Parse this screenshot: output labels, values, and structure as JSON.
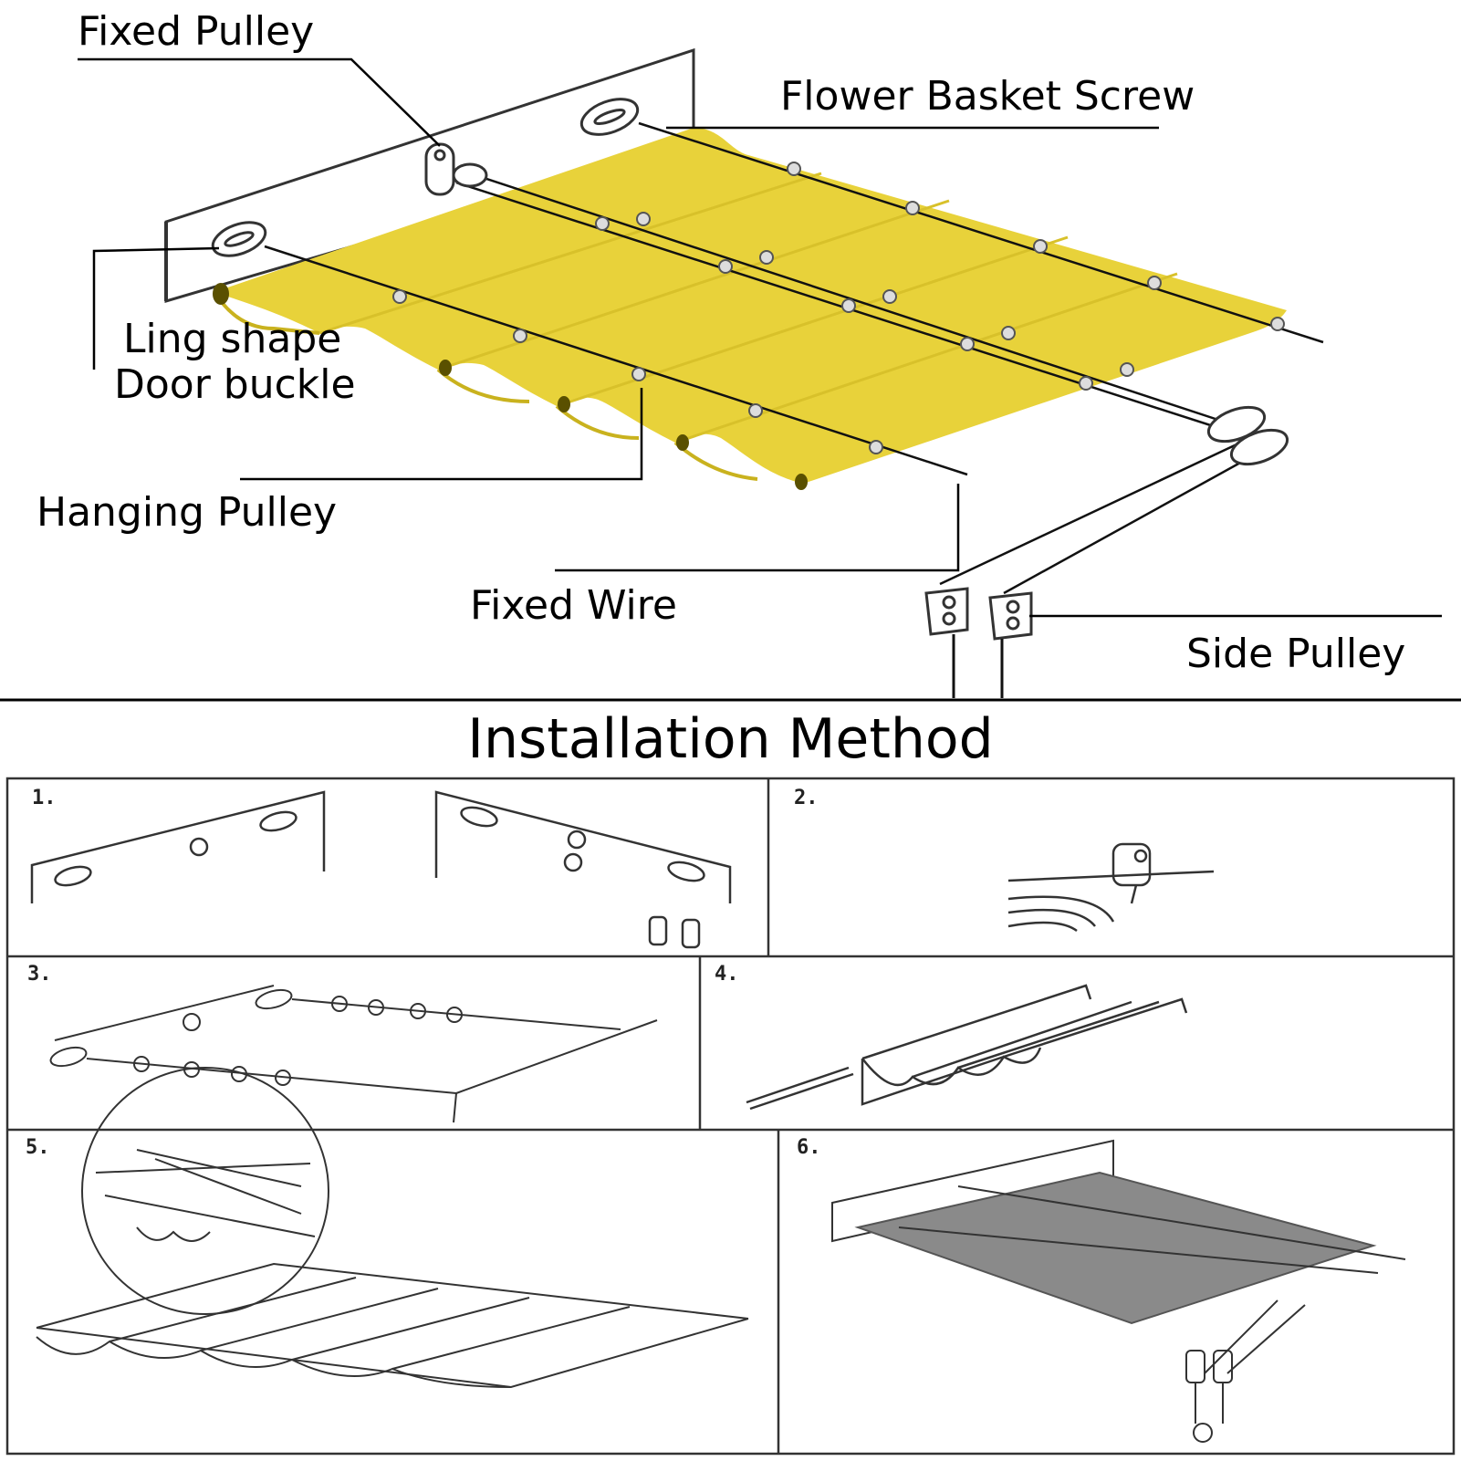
{
  "labels": {
    "fixed_pulley": "Fixed Pulley",
    "flower_basket_screw": "Flower Basket Screw",
    "ling_shape_line1": "Ling shape",
    "ling_shape_line2": "Door buckle",
    "hanging_pulley": "Hanging Pulley",
    "fixed_wire": "Fixed Wire",
    "side_pulley": "Side Pulley"
  },
  "installation": {
    "title": "Installation Method",
    "steps": [
      "1.",
      "2.",
      "3.",
      "4.",
      "5.",
      "6."
    ]
  },
  "colors": {
    "canopy": "#e8d23a",
    "canopy_dark": "#c9b21e",
    "line": "#000000",
    "step6_canopy": "#8a8a8a"
  }
}
